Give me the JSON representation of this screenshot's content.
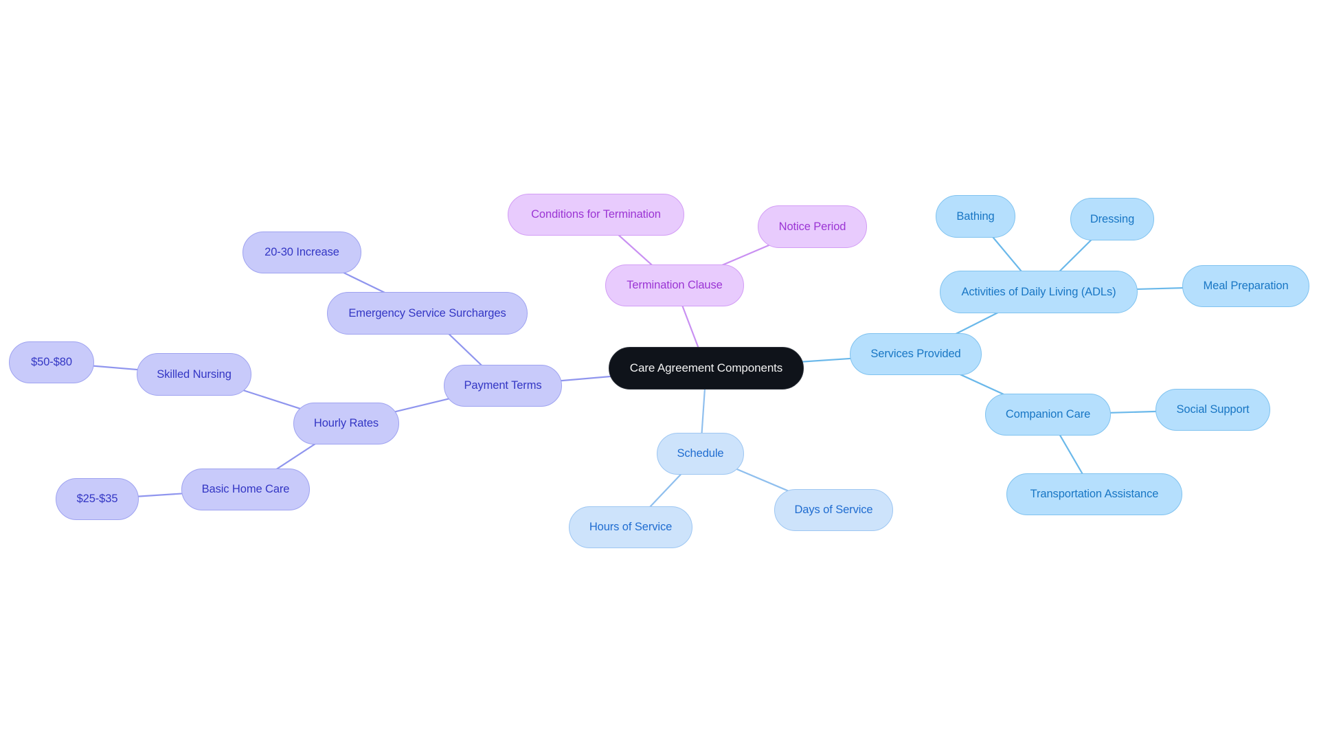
{
  "diagram": {
    "type": "mindmap",
    "colors": {
      "root_fill": "#0f131a",
      "payment_branch": "#c8cafa",
      "payment_edge": "#8f95ee",
      "termination_branch": "#e8cbfd",
      "termination_edge": "#c990f2",
      "schedule_branch": "#cde3fb",
      "schedule_edge": "#8fbfee",
      "services_branch": "#b5dffd",
      "services_edge": "#6ab8ea"
    },
    "root": {
      "id": "root",
      "label": "Care Agreement Components"
    },
    "nodes": {
      "payment": {
        "label": "Payment Terms",
        "parent": "root"
      },
      "emergency": {
        "label": "Emergency Service Surcharges",
        "parent": "payment"
      },
      "increase": {
        "label": "20-30 Increase",
        "parent": "emergency"
      },
      "hourly": {
        "label": "Hourly Rates",
        "parent": "payment"
      },
      "skilled": {
        "label": "Skilled Nursing",
        "parent": "hourly"
      },
      "r5080": {
        "label": "$50-$80",
        "parent": "skilled"
      },
      "basic": {
        "label": "Basic Home Care",
        "parent": "hourly"
      },
      "r2535": {
        "label": "$25-$35",
        "parent": "basic"
      },
      "termination": {
        "label": "Termination Clause",
        "parent": "root"
      },
      "conditions": {
        "label": "Conditions for Termination",
        "parent": "termination"
      },
      "notice": {
        "label": "Notice Period",
        "parent": "termination"
      },
      "schedule": {
        "label": "Schedule",
        "parent": "root"
      },
      "hours": {
        "label": "Hours of Service",
        "parent": "schedule"
      },
      "days": {
        "label": "Days of Service",
        "parent": "schedule"
      },
      "services": {
        "label": "Services Provided",
        "parent": "root"
      },
      "adl": {
        "label": "Activities of Daily Living (ADLs)",
        "parent": "services"
      },
      "bathing": {
        "label": "Bathing",
        "parent": "adl"
      },
      "dressing": {
        "label": "Dressing",
        "parent": "adl"
      },
      "meal": {
        "label": "Meal Preparation",
        "parent": "adl"
      },
      "companion": {
        "label": "Companion Care",
        "parent": "services"
      },
      "social": {
        "label": "Social Support",
        "parent": "companion"
      },
      "transport": {
        "label": "Transportation Assistance",
        "parent": "companion"
      }
    }
  }
}
